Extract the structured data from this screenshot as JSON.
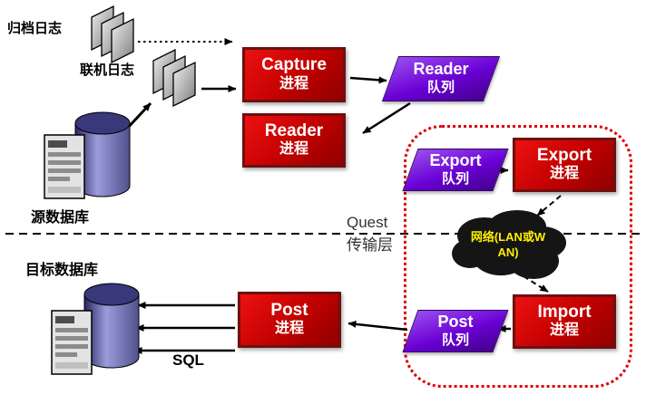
{
  "labels": {
    "archive_log": "归档日志",
    "online_log": "联机日志",
    "source_db": "源数据库",
    "target_db": "目标数据库",
    "transport_line1": "Quest",
    "transport_line2": "传输层",
    "sql": "SQL",
    "network_cloud": "网络(LAN或WAN)"
  },
  "processes": {
    "capture": {
      "name": "Capture",
      "type": "进程"
    },
    "reader": {
      "name": "Reader",
      "type": "进程"
    },
    "export": {
      "name": "Export",
      "type": "进程"
    },
    "import": {
      "name": "Import",
      "type": "进程"
    },
    "post": {
      "name": "Post",
      "type": "进程"
    }
  },
  "queues": {
    "reader": {
      "name": "Reader",
      "type": "队列"
    },
    "export": {
      "name": "Export",
      "type": "队列"
    },
    "post": {
      "name": "Post",
      "type": "队列"
    }
  },
  "icons": {
    "papers": "stacked-gray-sheets",
    "database": "purple-cylinder",
    "document": "gray-form-sheet",
    "cloud": "black-network-cloud"
  },
  "colors": {
    "process_fill": "#cc0000",
    "process_border": "#6e1010",
    "queue_fill_light": "#9a4df0",
    "queue_fill_dark": "#43008c",
    "cloud_fill": "#151515",
    "cloud_text": "#ffef00",
    "boundary": "#e00000",
    "arrow": "#000000",
    "background": "#ffffff"
  }
}
